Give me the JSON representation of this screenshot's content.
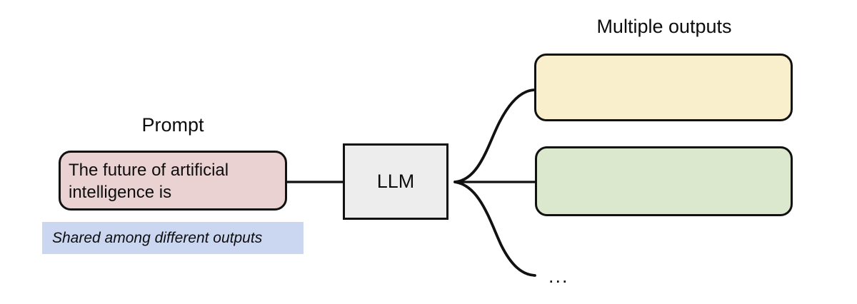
{
  "diagram": {
    "title_prompt": "Prompt",
    "title_outputs": "Multiple outputs",
    "prompt_text": "The future of artificial intelligence is",
    "shared_note": "Shared among different outputs",
    "model_label": "LLM",
    "ellipsis": "...",
    "output_1_text": "",
    "output_2_text": "",
    "colors": {
      "prompt_fill": "#ebd2d2",
      "shared_note_fill": "#cbd6f0",
      "model_fill": "#ededed",
      "output_1_fill": "#faefcc",
      "output_2_fill": "#dce8ce",
      "stroke": "#111111",
      "background": "#ffffff",
      "text": "#0d0d0d"
    }
  }
}
